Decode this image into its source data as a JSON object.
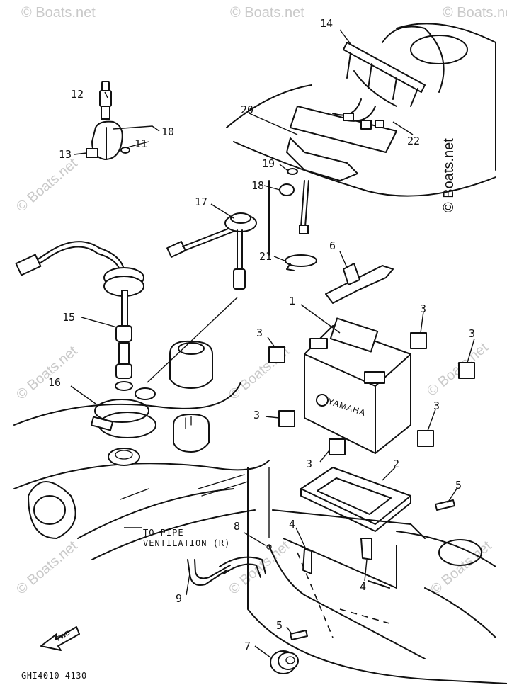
{
  "diagram": {
    "code": "GHI4010-4130",
    "note_to_pipe": "TO PIPE",
    "note_ventilation": "VENTILATION (R)",
    "fwd_label": "FWD",
    "battery_brand": "YAMAHA",
    "watermark": "© Boats.net"
  },
  "callouts": {
    "c1": "1",
    "c2": "2",
    "c3": "3",
    "c4": "4",
    "c5": "5",
    "c6": "6",
    "c7": "7",
    "c8": "8",
    "c9": "9",
    "c10": "10",
    "c11": "11",
    "c12": "12",
    "c13": "13",
    "c14": "14",
    "c15": "15",
    "c16": "16",
    "c17": "17",
    "c18": "18",
    "c19": "19",
    "c20": "20",
    "c21": "21",
    "c22": "22"
  }
}
